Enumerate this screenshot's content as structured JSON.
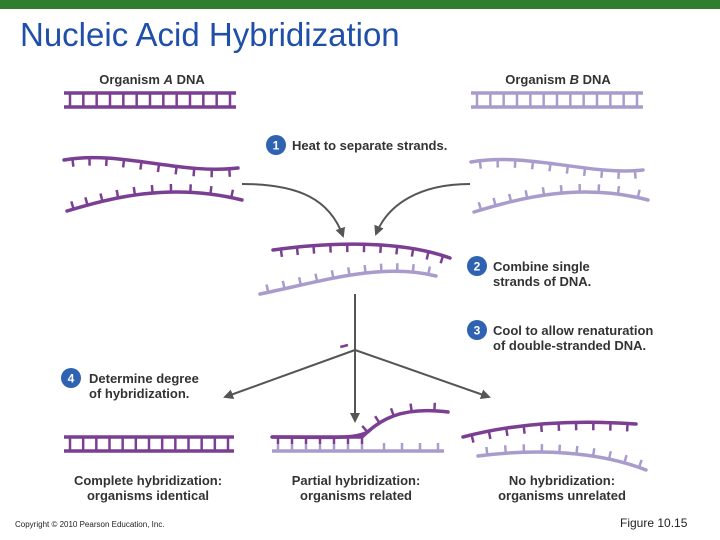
{
  "slide": {
    "title": "Nucleic Acid Hybridization",
    "copyright": "Copyright © 2010 Pearson Education, Inc.",
    "figure_label": "Figure 10.15"
  },
  "colors": {
    "organism_a": "#7a3f93",
    "organism_b": "#a99ccd",
    "step_circle": "#2f62b0",
    "arrow": "#555555",
    "title": "#1f4fa8",
    "top_bar": "#2f7d2e"
  },
  "diagram": {
    "organism_a_label": {
      "pre": "Organism ",
      "italic": "A",
      "post": " DNA"
    },
    "organism_b_label": {
      "pre": "Organism ",
      "italic": "B",
      "post": " DNA"
    },
    "steps": [
      {
        "number": "1",
        "lines": [
          "Heat to separate strands."
        ]
      },
      {
        "number": "2",
        "lines": [
          "Combine single",
          "strands of DNA."
        ]
      },
      {
        "number": "3",
        "lines": [
          "Cool to allow renaturation",
          "of double-stranded DNA."
        ]
      },
      {
        "number": "4",
        "lines": [
          "Determine degree",
          "of hybridization."
        ]
      }
    ],
    "results": [
      {
        "lines": [
          "Complete hybridization:",
          "organisms identical"
        ]
      },
      {
        "lines": [
          "Partial hybridization:",
          "organisms related"
        ]
      },
      {
        "lines": [
          "No hybridization:",
          "organisms unrelated"
        ]
      }
    ]
  }
}
